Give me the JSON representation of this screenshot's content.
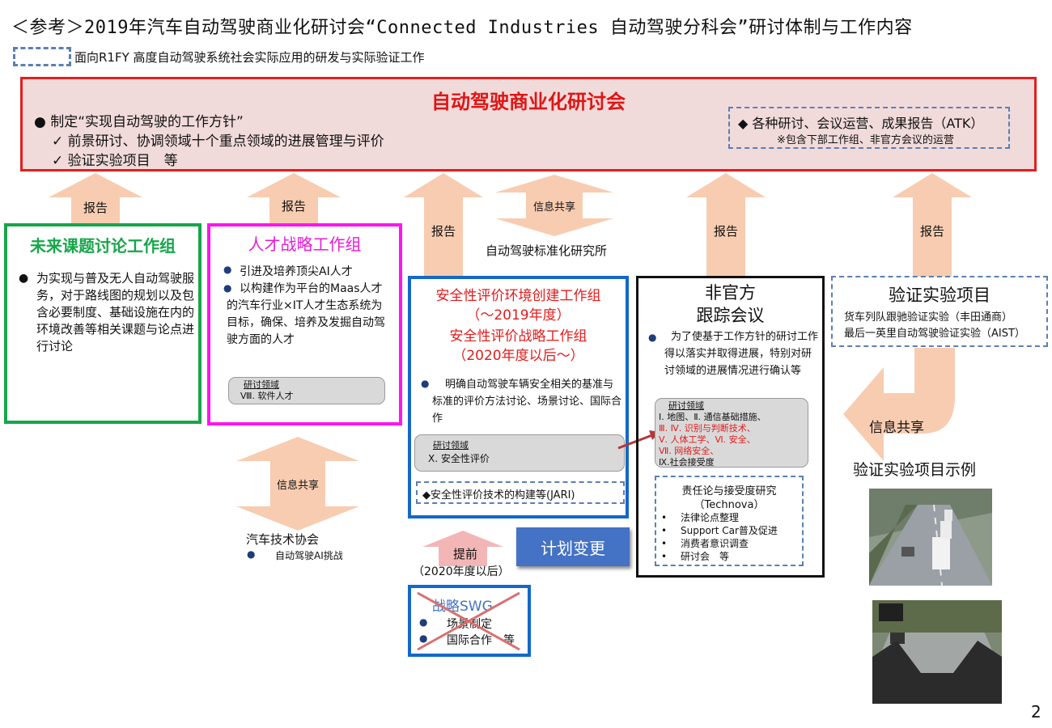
{
  "title": "＜参考＞2019年汽车自动驾驶商业化研讨会“Connected Industries 自动驾驶分科会”研讨体制与工作内容",
  "legend_text": "面向R1FY 高度自动驾驶系统社会实际应用的研发与实际验证工作",
  "top": {
    "title": "自动驾驶商业化研讨会",
    "bullet": "● 制定“实现自动驾驶的工作方针”",
    "check1": "✓ 前景研讨、协调领域十个重点领域的进展管理与评价",
    "check2": "✓ 验证实验项目　等",
    "atk1": "◆ 各种研讨、会议运营、成果报告（ATK）",
    "atk2": "※包含下部工作组、非官方会议的运营"
  },
  "arrows": {
    "report": "报告",
    "info_share": "信息共享",
    "standard_lab": "自动驾驶标准化研究所",
    "advance": "提前",
    "advance_sub": "（2020年度以后）"
  },
  "green_box": {
    "title": "未来课题讨论工作组",
    "bullet": "●",
    "text": "为实现与普及无人自动驾驶服务，对于路线图的规划以及包含必要制度、基础设施在内的环境改善等相关课题与论点进行讨论"
  },
  "magenta_box": {
    "title": "人才战略工作组",
    "b1": "引进及培养顶尖AI人才",
    "b2": "以构建作为平台的Maas人才的汽车行业×IT人才生态系统为目标，确保、培养及发掘自动驾驶方面的人才",
    "field_label": "研讨领域",
    "field": "Ⅷ. 软件人才"
  },
  "auto_society": {
    "name": "汽车技术协会",
    "item": "自动驾驶AI挑战"
  },
  "blue_box": {
    "t1": "安全性评价环境创建工作组",
    "t2": "（～2019年度）",
    "t3": "安全性评价战略工作组",
    "t4": "（2020年度以后～）",
    "text": "明确自动驾驶车辆安全相关的基准与标准的评价方法讨论、场景讨论、国际合作",
    "field_label": "研讨领域",
    "field": "Ⅹ. 安全性评价",
    "jari": "◆安全性评价技术的构建等(JARI)"
  },
  "plan_change": "计划变更",
  "swg": {
    "title": "战略SWG",
    "b1": "场景制定",
    "b2": "国际合作　等"
  },
  "black_box": {
    "t1": "非官方",
    "t2": "跟踪会议",
    "text": "为了使基于工作方针的研讨工作得以落实并取得进展，特别对研讨领域的进展情况进行确认等",
    "field_label": "研讨领域",
    "f1": "Ⅰ. 地图、Ⅱ. 通信基础措施、",
    "f2": "Ⅲ. Ⅳ. 识别与判断技术、",
    "f3": "Ⅴ. 人体工学、Ⅵ. 安全、",
    "f4": "Ⅶ. 网络安全、",
    "f5": "Ⅸ.社会接受度",
    "tech_title": "责任论与接受度研究",
    "tech_sub": "（Technova）",
    "tech_items": [
      "法律论点整理",
      "Support Car普及促进",
      "消费者意识调查",
      "研讨会　等"
    ]
  },
  "verify": {
    "title": "验证实验项目",
    "l1": "货车列队跟驰验证实验（丰田通商）",
    "l2": "最后一英里自动驾驶验证实验（AIST）",
    "examples": "验证实验项目示例"
  },
  "page_number": "2"
}
